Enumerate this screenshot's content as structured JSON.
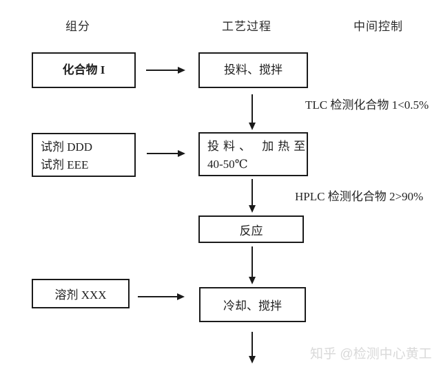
{
  "headers": {
    "components": "组分",
    "process": "工艺过程",
    "control": "中间控制"
  },
  "boxes": {
    "compound1": "化合物 I",
    "reagent_line1": "试剂 DDD",
    "reagent_line2": "试剂 EEE",
    "solvent": "溶剂 XXX",
    "feed_stir": "投料、搅拌",
    "feed_heat_line1": "投料、 加热至",
    "feed_heat_line2": "40-50℃",
    "reaction": "反应",
    "cool_stir": "冷却、搅拌"
  },
  "annotations": {
    "tlc": "TLC 检测化合物 1<0.5%",
    "hplc": "HPLC 检测化合物 2>90%"
  },
  "watermark": {
    "text": "知乎 @检测中心黄工"
  },
  "colors": {
    "ink": "#1a1a1a",
    "background": "#ffffff",
    "watermark": "#d9d9d9"
  }
}
